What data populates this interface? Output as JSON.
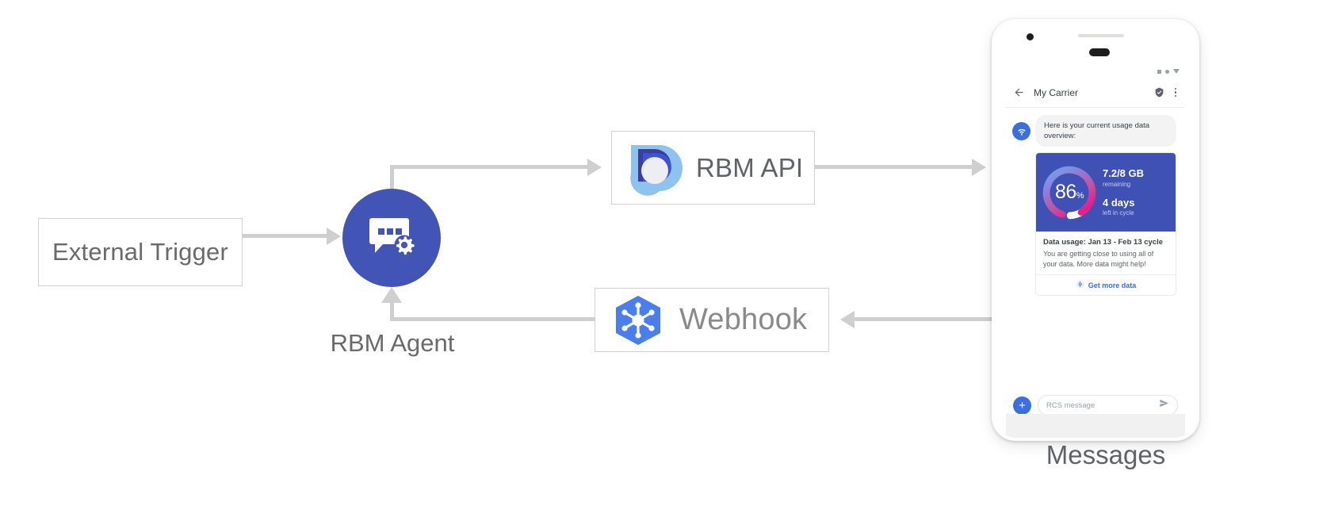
{
  "diagram": {
    "nodes": {
      "external_trigger": {
        "label": "External Trigger"
      },
      "rbm_agent": {
        "label": "RBM Agent",
        "icon": "chat-gear-icon",
        "color": "#4254b5"
      },
      "rbm_api": {
        "label": "RBM API",
        "icon": "rbm-api-droplet-icon"
      },
      "webhook": {
        "label": "Webhook",
        "icon": "webhook-hexagon-icon",
        "color": "#4a7df0"
      },
      "messages": {
        "label": "Messages"
      }
    },
    "connector_color": "#cfcfcf"
  },
  "phone": {
    "status_bar": {
      "icons": [
        "square-icon",
        "dot-icon",
        "triangle-down-icon"
      ]
    },
    "app_bar": {
      "back_icon": "arrow-back-icon",
      "title": "My Carrier",
      "verified_icon": "verified-shield-icon",
      "overflow_icon": "overflow-menu-icon"
    },
    "conversation": {
      "avatar_icon": "rcs-agent-wifi-icon",
      "message_text": "Here is your current usage data overview:",
      "card": {
        "gauge": {
          "percent": "86",
          "percent_symbol": "%",
          "value": 86,
          "track_color": "#ffffff",
          "gradient": [
            "#6ea8f0",
            "#8e7fd8",
            "#c7509f",
            "#e0218a"
          ]
        },
        "stats": [
          {
            "main": "7.2/8 GB",
            "sub": "remaining"
          },
          {
            "main": "4 days",
            "sub": "left in cycle"
          }
        ],
        "title": "Data usage: Jan 13 - Feb 13 cycle",
        "description": "You are getting close to using all of your data. More data might help!",
        "action": {
          "icon": "globe-icon",
          "label": "Get more data",
          "color": "#3b6fe0"
        },
        "hero_bg": "#3f51b5"
      }
    },
    "composer": {
      "plus_icon": "plus-icon",
      "placeholder": "RCS message",
      "send_icon": "send-icon"
    },
    "nav_bar": {
      "icons": [
        "nav-back-icon",
        "nav-home-icon",
        "nav-recents-icon"
      ]
    }
  }
}
